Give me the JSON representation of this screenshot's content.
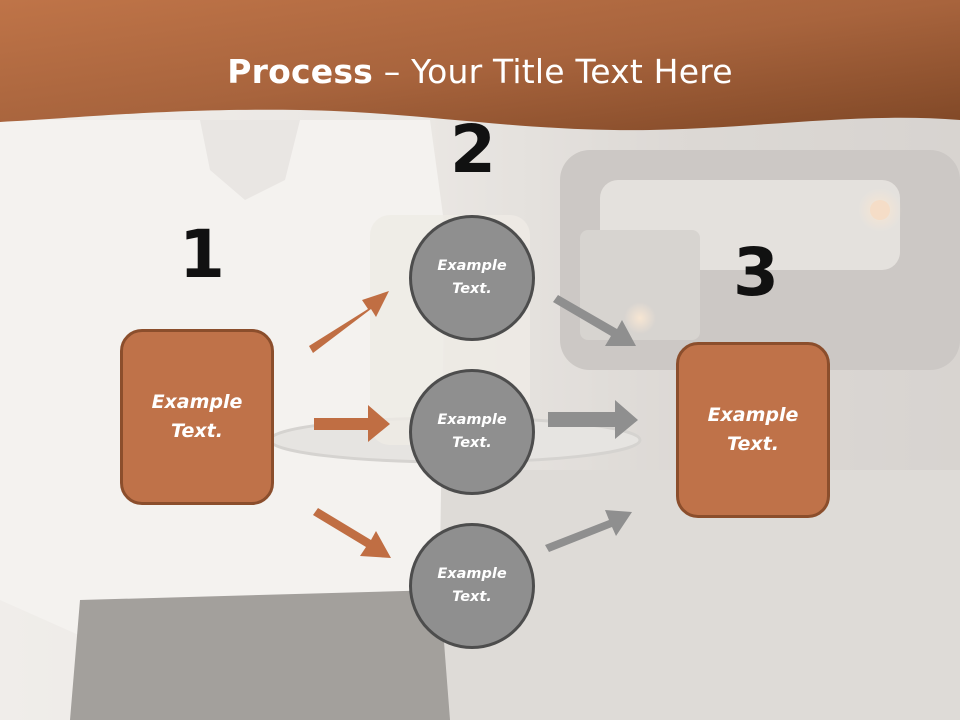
{
  "title": {
    "bold": "Process",
    "rest": " – Your Title Text Here"
  },
  "steps": {
    "one": "1",
    "two": "2",
    "three": "3"
  },
  "boxes": {
    "left": "Example\nText.",
    "right": "Example\nText."
  },
  "circles": {
    "top": "Example\nText.",
    "middle": "Example\nText.",
    "bottom": "Example\nText."
  },
  "colors": {
    "header": "#a85f38",
    "box_fill": "#bf7249",
    "box_border": "#8b4e2c",
    "circle_fill": "#8f8f8f",
    "circle_border": "#4d4d4d",
    "arrow_orange": "#c06e43",
    "arrow_gray": "#8f8f8f"
  }
}
